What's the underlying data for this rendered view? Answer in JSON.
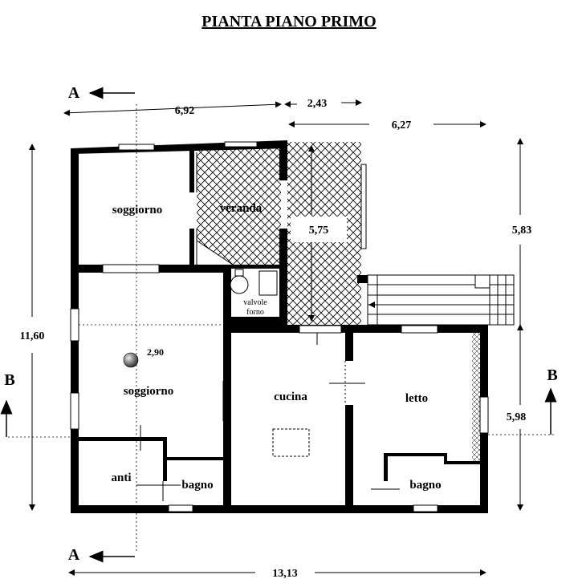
{
  "title": "PIANTA PIANO PRIMO",
  "sections": {
    "a_top": "A",
    "a_bottom": "A",
    "b_left": "B",
    "b_right": "B"
  },
  "rooms": {
    "soggiorno_top": "soggiorno",
    "veranda": "veranda",
    "soggiorno_main": "soggiorno",
    "cucina": "cucina",
    "letto": "letto",
    "anti": "anti",
    "bagno_left": "bagno",
    "bagno_right": "bagno",
    "valvole": "valvole",
    "forno": "forno"
  },
  "dimensions": {
    "top_left": "6,92",
    "top_mid": "2,43",
    "top_right": "6,27",
    "veranda_height": "5,75",
    "left_total": "11,60",
    "right_upper": "5,83",
    "right_lower": "5,98",
    "bottom_total": "13,13",
    "height_marker": "2,90"
  }
}
